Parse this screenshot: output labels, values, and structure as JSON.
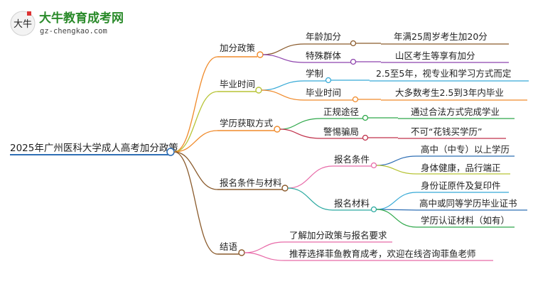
{
  "brand": {
    "title": "大牛教育成考网",
    "url": "gz-chengkao.com",
    "logo_glyph": "大牛"
  },
  "mindmap": {
    "root": "2025年广州医科大学成人高考加分政策",
    "branches": [
      {
        "label": "加分政策",
        "color": "#f08a2a",
        "children": [
          {
            "label": "年龄加分",
            "color": "#8a5a2b",
            "children": [
              {
                "label": "年满25周岁考生加20分"
              }
            ]
          },
          {
            "label": "特殊群体",
            "color": "#8e44ad",
            "children": [
              {
                "label": "山区考生等享有加分"
              }
            ]
          }
        ]
      },
      {
        "label": "毕业时间",
        "color": "#b7c436",
        "children": [
          {
            "label": "学制",
            "color": "#36a9d6",
            "children": [
              {
                "label": "2.5至5年，视专业和学习方式而定"
              }
            ]
          },
          {
            "label": "毕业时间",
            "color": "#f08a2a",
            "children": [
              {
                "label": "大多数考生2.5到3年内毕业"
              }
            ]
          }
        ]
      },
      {
        "label": "学历获取方式",
        "color": "#f08a2a",
        "children": [
          {
            "label": "正规途径",
            "color": "#2ea84a",
            "children": [
              {
                "label": "通过合法方式完成学业"
              }
            ]
          },
          {
            "label": "警惕骗局",
            "color": "#c0304a",
            "children": [
              {
                "label": "不可“花钱买学历”"
              }
            ]
          }
        ]
      },
      {
        "label": "报名条件与材料",
        "color": "#8a5a2b",
        "children": [
          {
            "label": "报名条件",
            "color": "#e86aa8",
            "children": [
              {
                "label": "高中（中专）以上学历",
                "color": "#2f6fb5"
              },
              {
                "label": "身体健康，品行端正",
                "color": "#b7c436"
              }
            ]
          },
          {
            "label": "报名材料",
            "color": "#2aa9a0",
            "children": [
              {
                "label": "身份证原件及复印件",
                "color": "#36a9d6"
              },
              {
                "label": "高中或同等学历毕业证书",
                "color": "#2f6fb5"
              },
              {
                "label": "学历认证材料（如有）",
                "color": "#2ea84a"
              }
            ]
          }
        ]
      },
      {
        "label": "结语",
        "color": "#8a5a2b",
        "children": [
          {
            "label": "了解加分政策与报名要求",
            "color": "#e86aa8"
          },
          {
            "label": "推荐选择菲鱼教育成考，欢迎在线咨询菲鱼老师",
            "color": "#e86aa8"
          }
        ]
      }
    ]
  }
}
